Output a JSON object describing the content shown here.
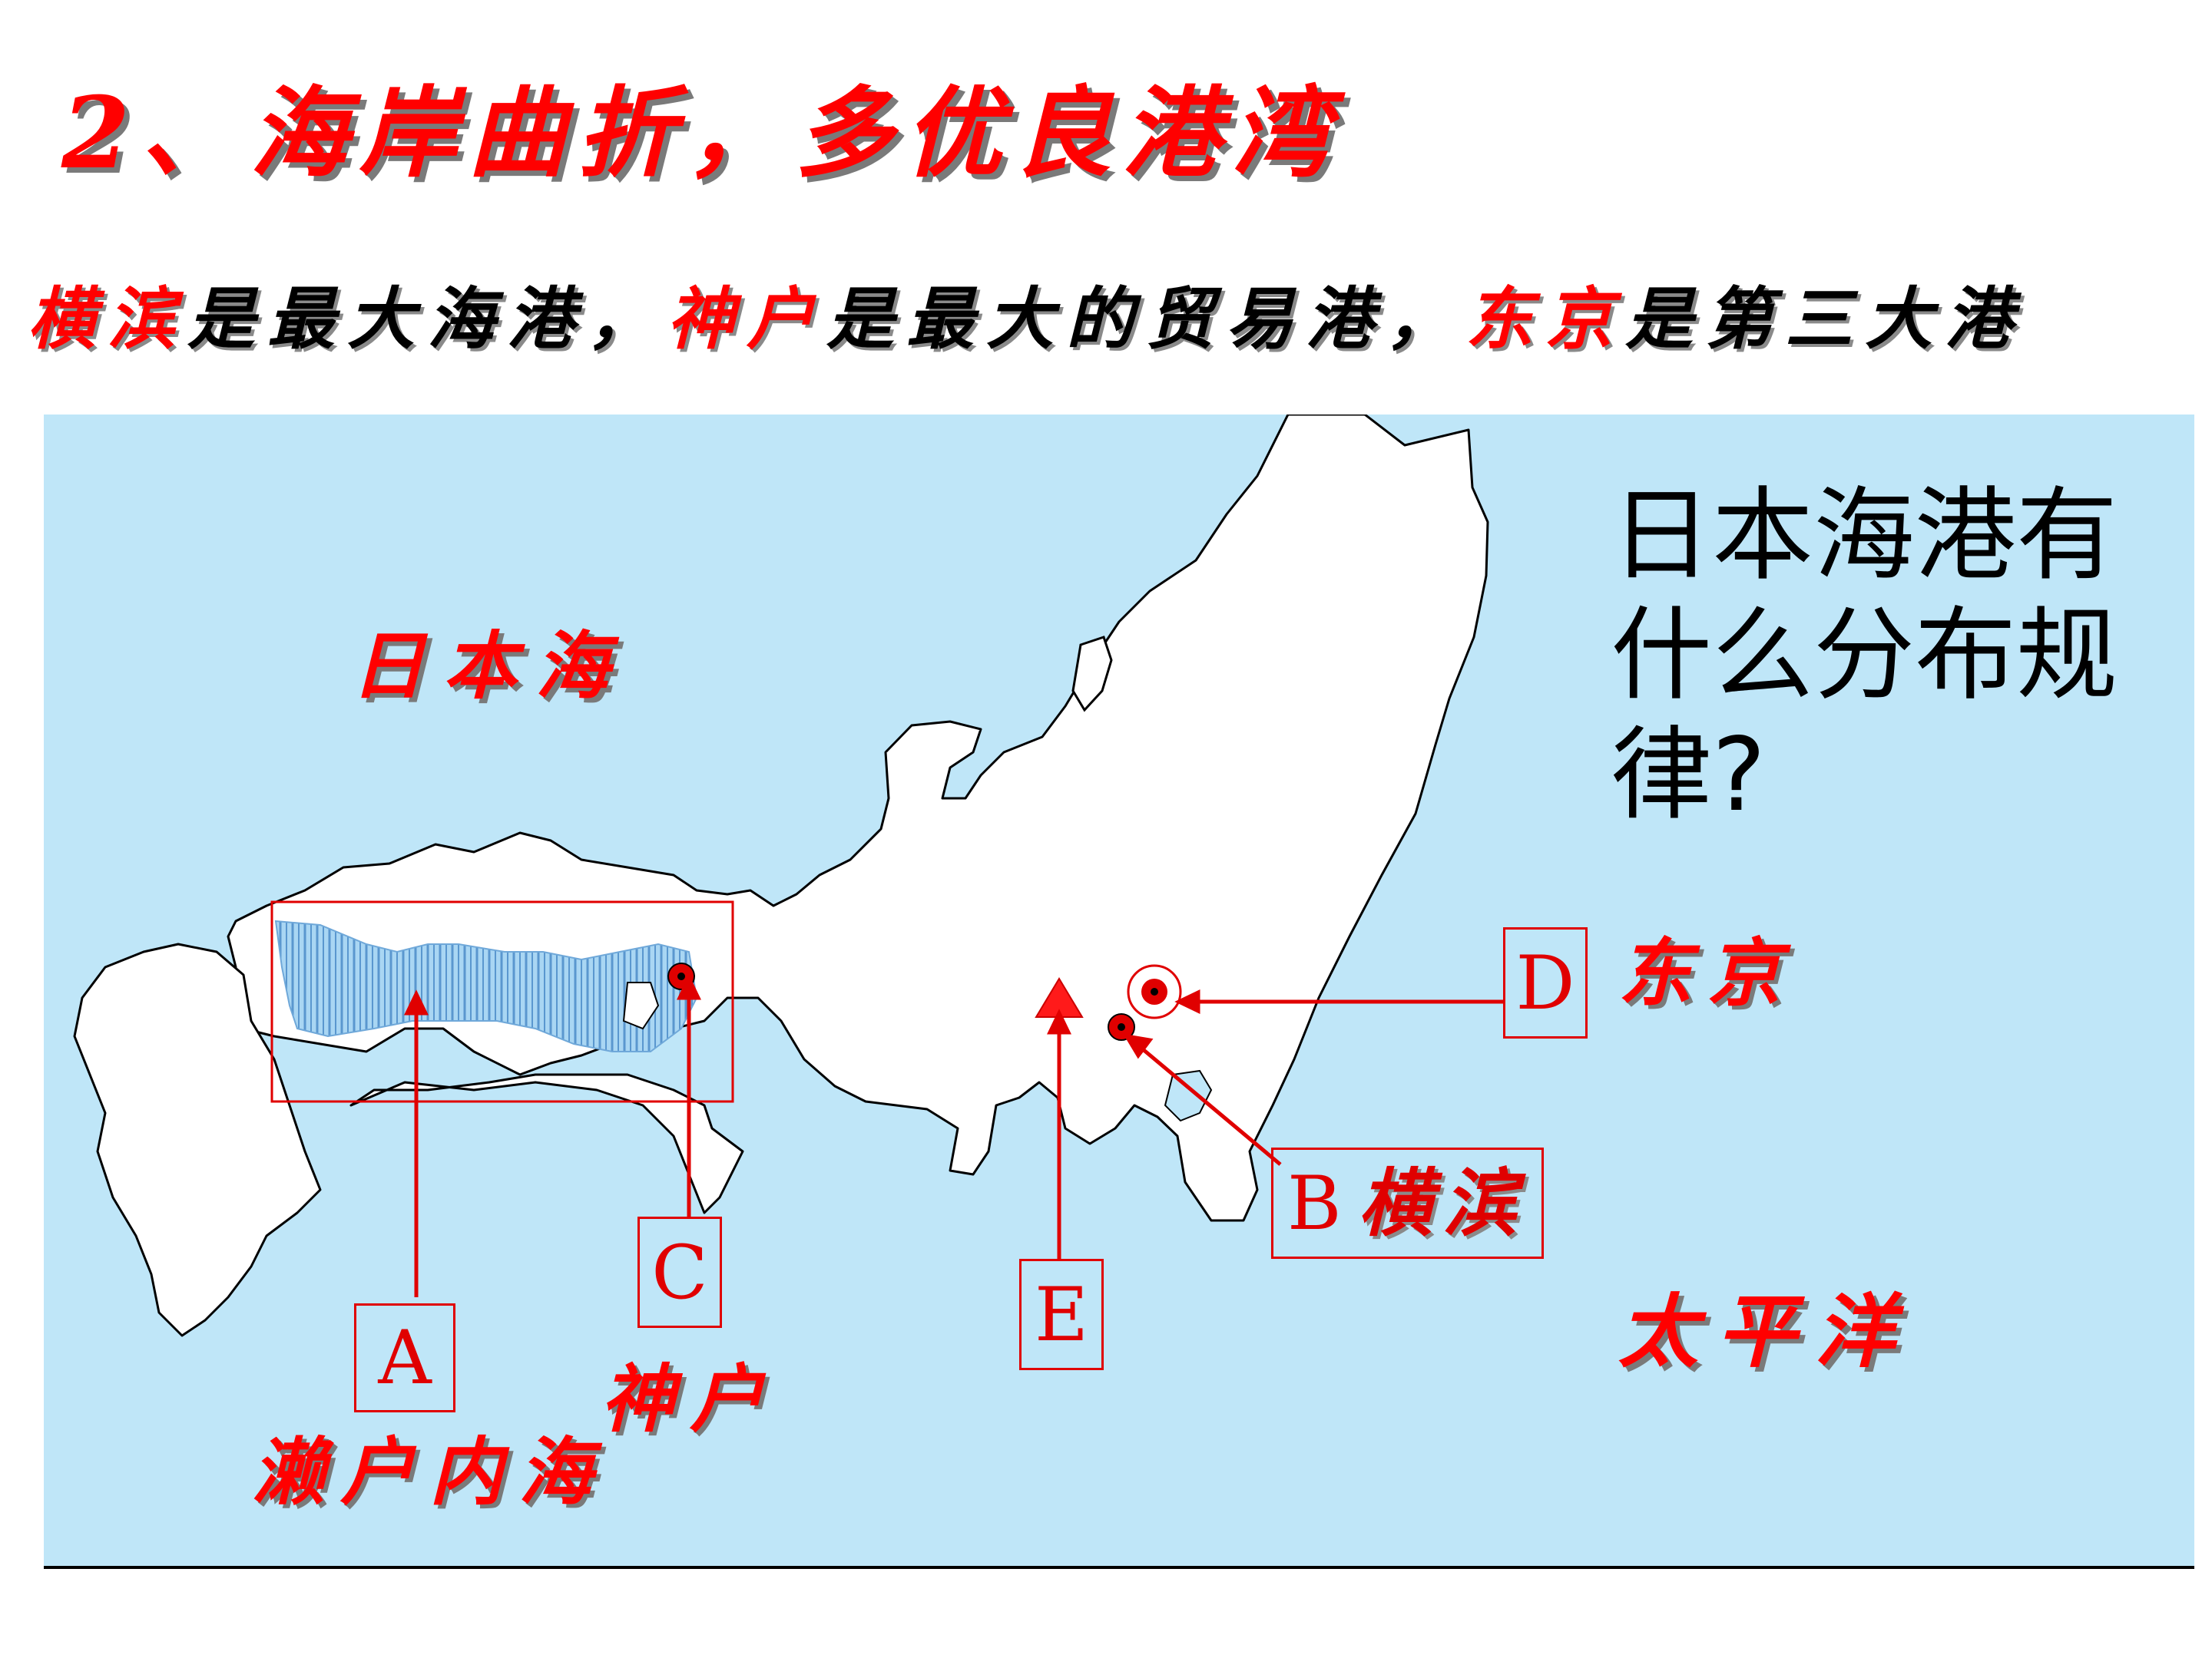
{
  "title": "2、海岸曲折，多优良港湾",
  "subtitle": {
    "p1": "横滨",
    "p2": "是最大海港，",
    "p3": "神户",
    "p4": "是最大的贸易港，",
    "p5": "东京",
    "p6": "是第三大港"
  },
  "map": {
    "sea_of_japan": "日本海",
    "pacific_ocean": "太平洋",
    "question": "日本海港有什么分布规律?",
    "labels": {
      "A": {
        "letter": "A",
        "name": "濑户内海"
      },
      "B": {
        "letter": "B",
        "name": "横滨"
      },
      "C": {
        "letter": "C",
        "name": "神户"
      },
      "D": {
        "letter": "D",
        "name": "东京"
      },
      "E": {
        "letter": "E"
      }
    },
    "colors": {
      "water": "#bfe6f8",
      "land": "#ffffff",
      "accent": "#ff0000",
      "inland_sea": "#8fc6ec"
    },
    "icons": {
      "port": "port-dot-icon",
      "capital": "capital-circle-icon",
      "mountain": "mountain-triangle-icon"
    }
  }
}
